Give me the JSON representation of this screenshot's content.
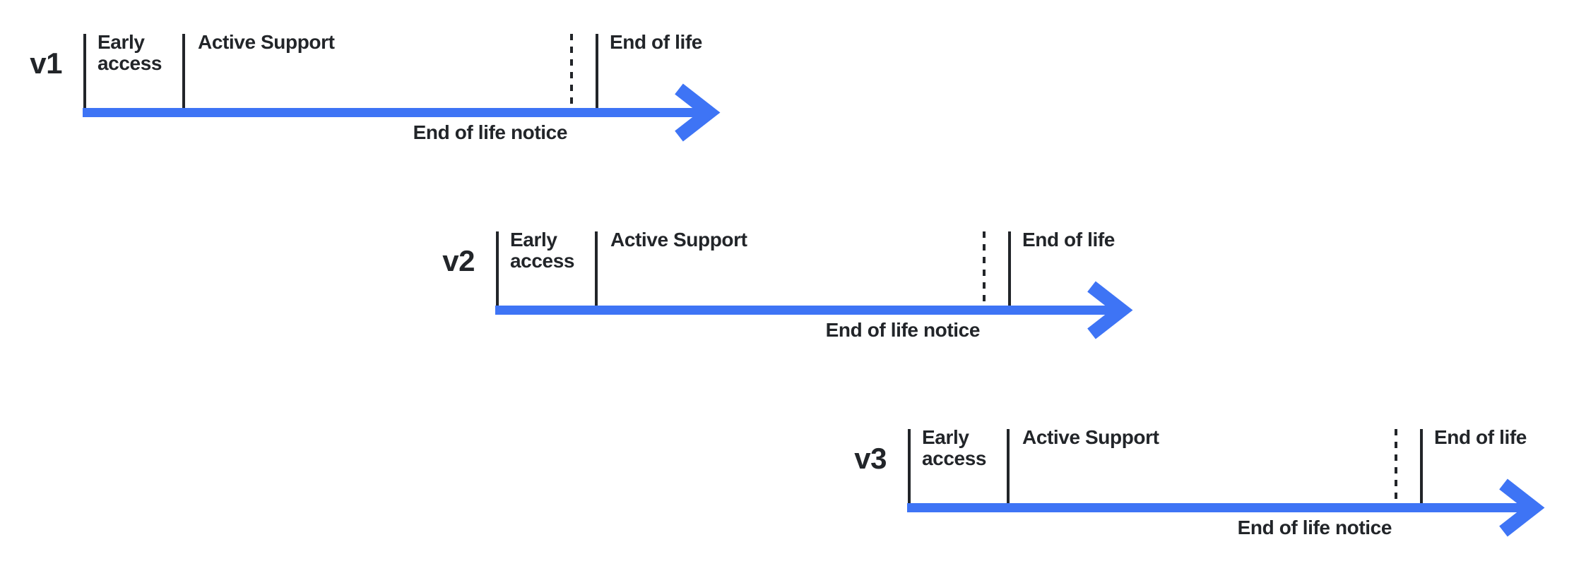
{
  "colors": {
    "arrow_blue": "#3e74f5",
    "ink": "#222529",
    "page_bg": "#ffffff"
  },
  "timelines": [
    {
      "version": "v1",
      "phases": {
        "early_access": "Early access",
        "active_support": "Active Support",
        "end_of_life": "End of life",
        "end_of_life_notice": "End of life notice"
      }
    },
    {
      "version": "v2",
      "phases": {
        "early_access": "Early access",
        "active_support": "Active Support",
        "end_of_life": "End of life",
        "end_of_life_notice": "End of life notice"
      }
    },
    {
      "version": "v3",
      "phases": {
        "early_access": "Early access",
        "active_support": "Active Support",
        "end_of_life": "End of life",
        "end_of_life_notice": "End of life notice"
      }
    }
  ]
}
